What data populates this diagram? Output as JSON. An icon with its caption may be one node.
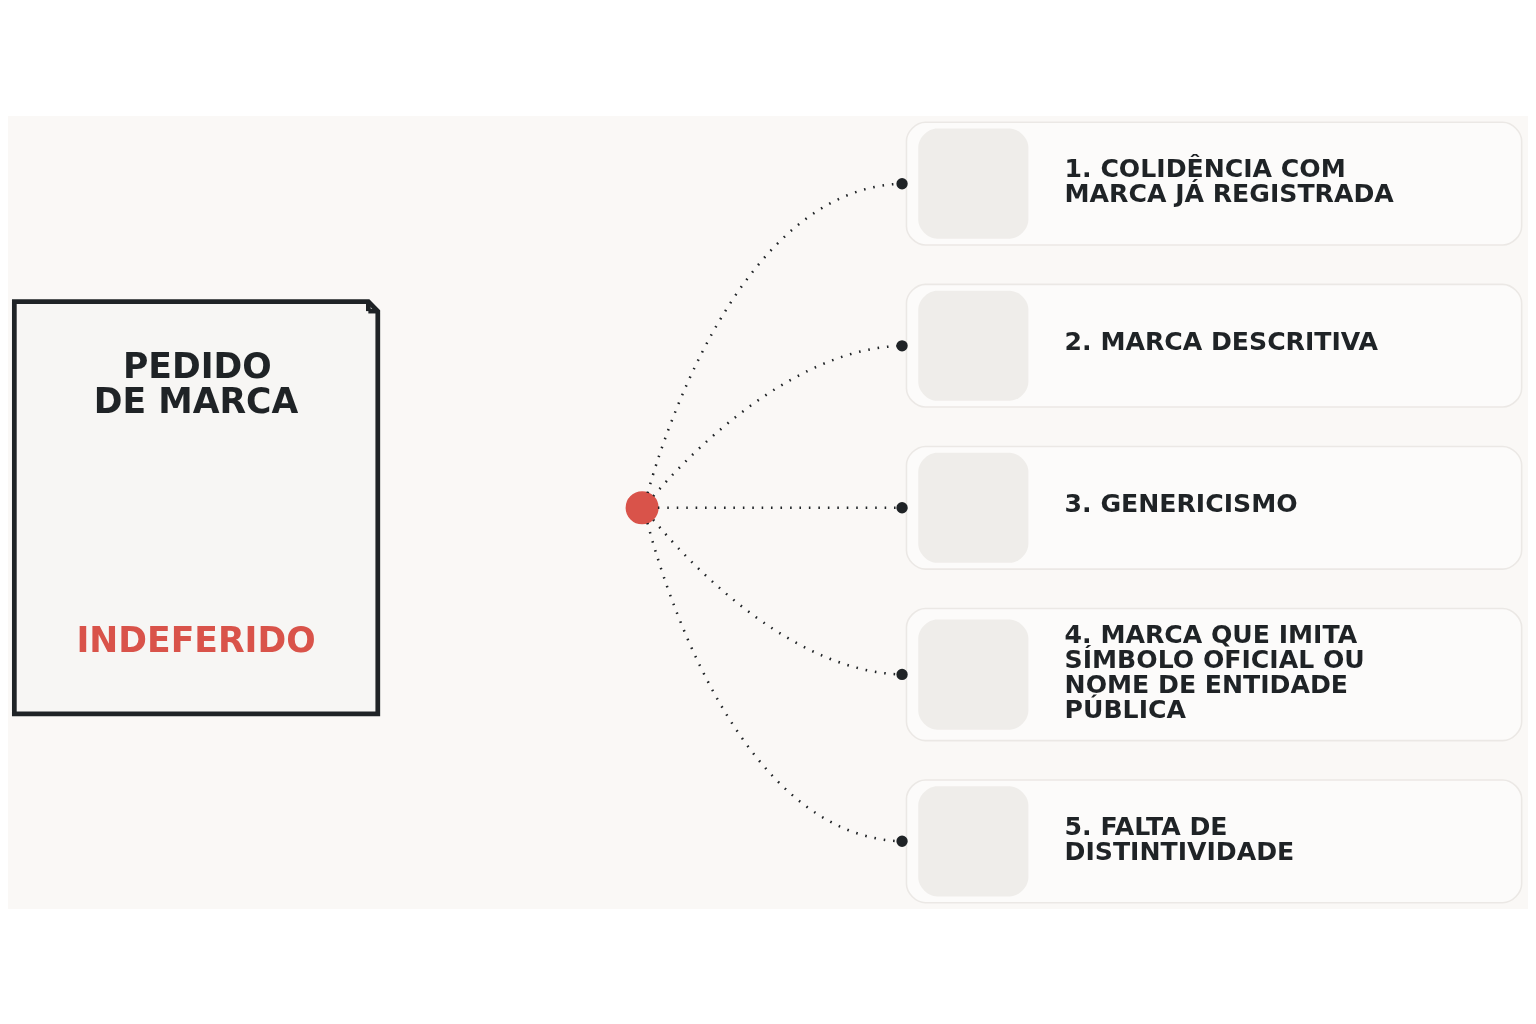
{
  "diagram": {
    "nodes": [
      {
        "text": [
          "PEDIDO DE MARCA",
          "INDEFERIDO"
        ]
      },
      {
        "text": [],
        "shape": "circle"
      },
      {
        "text": [
          "1. COLIDÊNCIA COM MARCA JÁ REGISTRADA"
        ]
      },
      {
        "text": [
          "2. MARCA DESCRITIVA"
        ]
      },
      {
        "text": [
          "3. GENERICISMO"
        ]
      },
      {
        "text": [
          "4. MARCA QUE IMITA SÍMBOLO OFICIAL OU NOME DE ENTIDADE PÚBLICA"
        ]
      },
      {
        "text": [
          "5. FALTA DE DISTINTIVIDADE"
        ]
      }
    ],
    "edges": [
      {
        "from": 1,
        "to": 2,
        "arrow": "other",
        "style": "dashed"
      },
      {
        "from": 1,
        "to": 3,
        "arrow": "other",
        "style": "dashed"
      },
      {
        "from": 1,
        "to": 4,
        "arrow": "other",
        "style": "dashed"
      },
      {
        "from": 1,
        "to": 5,
        "arrow": "other",
        "style": "dashed"
      },
      {
        "from": 1,
        "to": 6,
        "arrow": "other",
        "style": "dashed"
      }
    ]
  }
}
